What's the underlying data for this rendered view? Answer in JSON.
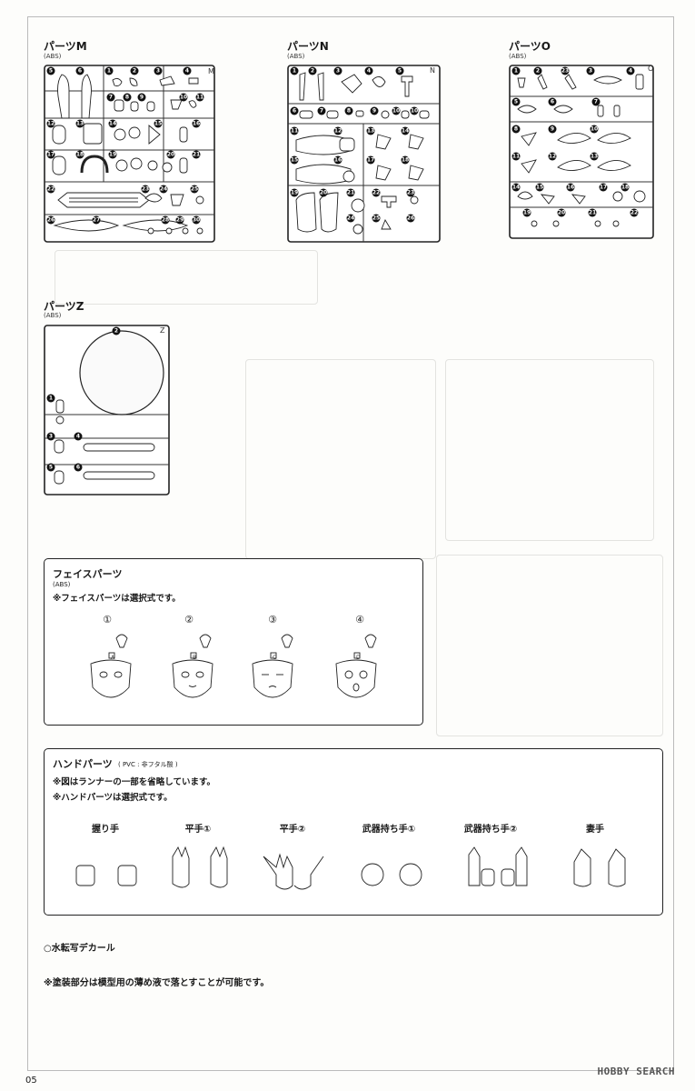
{
  "runners": {
    "m": {
      "title": "パーツM",
      "sub": "(ABS)",
      "tag": "M"
    },
    "n": {
      "title": "パーツN",
      "sub": "(ABS)",
      "tag": "N"
    },
    "o": {
      "title": "パーツO",
      "sub": "(ABS)",
      "tag": "O"
    },
    "z": {
      "title": "パーツZ",
      "sub": "(ABS)",
      "tag": "Z"
    }
  },
  "face_parts": {
    "title": "フェイスパーツ",
    "sub": "(ABS)",
    "note": "※フェイスパーツは選択式です。",
    "options": [
      {
        "num": "①",
        "letter": "A"
      },
      {
        "num": "②",
        "letter": "B"
      },
      {
        "num": "③",
        "letter": "C"
      },
      {
        "num": "④",
        "letter": "D"
      }
    ]
  },
  "hand_parts": {
    "title": "ハンドパーツ",
    "sub": "( PVC : 非フタル酸 )",
    "note1": "※図はランナーの一部を省略しています。",
    "note2": "※ハンドパーツは選択式です。",
    "types": [
      "握り手",
      "平手①",
      "平手②",
      "武器持ち手①",
      "武器持ち手②",
      "妻手"
    ]
  },
  "decal": "○水転写デカール",
  "paint_note": "※塗装部分は模型用の薄め液で落とすことが可能です。",
  "page_number": "05",
  "watermark": "HOBBY SEARCH"
}
